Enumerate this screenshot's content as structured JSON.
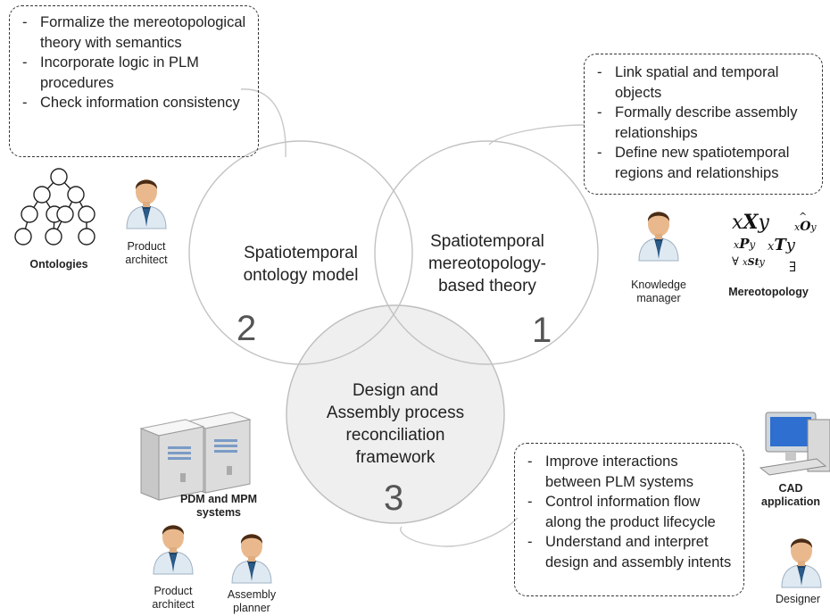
{
  "callouts": {
    "ontology": [
      "Formalize the mereotopological theory with semantics",
      "Incorporate logic in PLM procedures",
      "Check information consistency"
    ],
    "mereotopology": [
      "Link spatial and temporal objects",
      "Formally describe assembly relationships",
      "Define new spatiotemporal regions and relationships"
    ],
    "framework": [
      "Improve interactions between PLM systems",
      "Control information flow along the product lifecycle",
      "Understand and interpret design and assembly intents"
    ]
  },
  "circles": {
    "ontology": {
      "title_line1": "Spatiotemporal",
      "title_line2": "ontology model",
      "number": "2"
    },
    "mereotopology": {
      "title_line1": "Spatiotemporal",
      "title_line2": "mereotopology-",
      "title_line3": "based theory",
      "number": "1"
    },
    "framework": {
      "title_line1": "Design and",
      "title_line2": "Assembly process",
      "title_line3": "reconciliation",
      "title_line4": "framework",
      "number": "3"
    }
  },
  "labels": {
    "ontologies": "Ontologies",
    "product_architect_top_l1": "Product",
    "product_architect_top_l2": "architect",
    "knowledge_manager_l1": "Knowledge",
    "knowledge_manager_l2": "manager",
    "mereotopology": "Mereotopology",
    "pdm_mpm_l1": "PDM and MPM",
    "pdm_mpm_l2": "systems",
    "product_architect_bottom_l1": "Product",
    "product_architect_bottom_l2": "architect",
    "assembly_planner_l1": "Assembly",
    "assembly_planner_l2": "planner",
    "cad_l1": "CAD",
    "cad_l2": "application",
    "designer": "Designer"
  },
  "symbols": {
    "s1_x": "x",
    "s1_X": "X",
    "s1_y": "y",
    "s2_x": "x",
    "s2_O": "O",
    "s2_y": "y",
    "s2_hat": "^",
    "s3_x": "x",
    "s3_P": "P",
    "s3_y": "y",
    "s4_x": "x",
    "s4_T": "T",
    "s4_y": "y",
    "s5_forall": "∀",
    "s5_x": "x",
    "s5_St": "St",
    "s5_y": "y",
    "s6_exists": "∃"
  }
}
